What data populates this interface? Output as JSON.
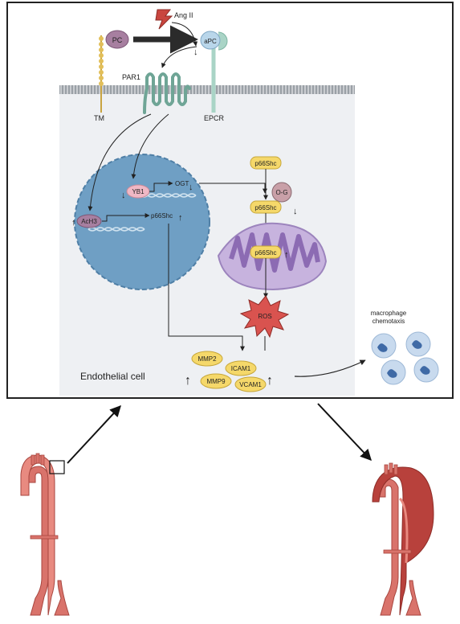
{
  "labels": {
    "ang_ii": "Ang II",
    "pc": "PC",
    "apc": "aPC",
    "par1": "PAR1",
    "tm": "TM",
    "epcr": "EPCR",
    "yb1": "YB1",
    "ogt": "OGT",
    "ach3": "AcH3",
    "p66shc_nucleus": "p66Shc",
    "p66shc_top": "p66Shc",
    "og": "O-G",
    "p66shc_og": "p66Shc",
    "p66shc_mito": "p66Shc",
    "ros": "ROS",
    "mmp2": "MMP2",
    "icam1": "ICAM1",
    "mmp9": "MMP9",
    "vcam1": "VCAM1",
    "endothelial_cell": "Endothelial cell",
    "macrophage_line1": "macrophage",
    "macrophage_line2": "chemotaxis"
  },
  "colors": {
    "cell_fill": "#edf0f3",
    "nucleus": "#6f9fc4",
    "mito_outer": "#c7b3de",
    "mito_inner": "#8c6bb3",
    "yellow_protein": "#f5d86a",
    "pc_purple": "#a77fa0",
    "apc_blue": "#b9d6ea",
    "par1_green": "#6fa596",
    "epcr_green": "#a9d4c6",
    "ros_red": "#d9534f",
    "yb1_pink": "#f0b8c5",
    "og_mauve": "#c9a0a8",
    "aorta": "#d9736b",
    "aneurysm": "#b8413c",
    "macrophage": "#b8cfe6"
  }
}
